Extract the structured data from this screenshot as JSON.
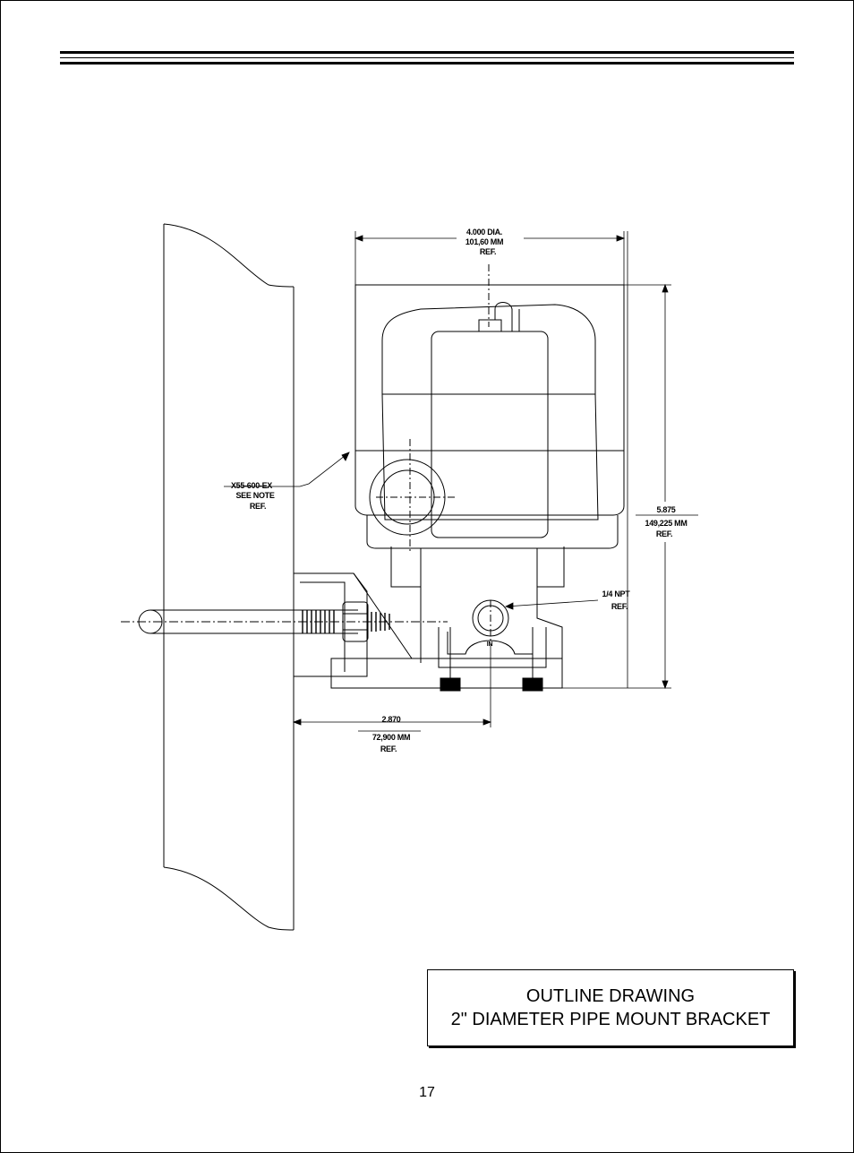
{
  "drawing": {
    "diameter_dim": {
      "inch": "4.000 DIA.",
      "mm": "101,60 MM",
      "ref": "REF."
    },
    "height_dim": {
      "inch": "5.875",
      "mm": "149,225 MM",
      "ref": "REF."
    },
    "offset_dim": {
      "inch": "2.870",
      "mm": "72,900 MM",
      "ref": "REF."
    },
    "part_callout": {
      "part": "X55-600-EX",
      "note": "SEE NOTE",
      "ref": "REF."
    },
    "npt_callout": {
      "size": "1/4 NPT",
      "ref": "REF."
    },
    "inlet_label": "IN"
  },
  "title_block": {
    "line1": "OUTLINE DRAWING",
    "line2": "2\" DIAMETER PIPE MOUNT BRACKET"
  },
  "page_number": "17"
}
